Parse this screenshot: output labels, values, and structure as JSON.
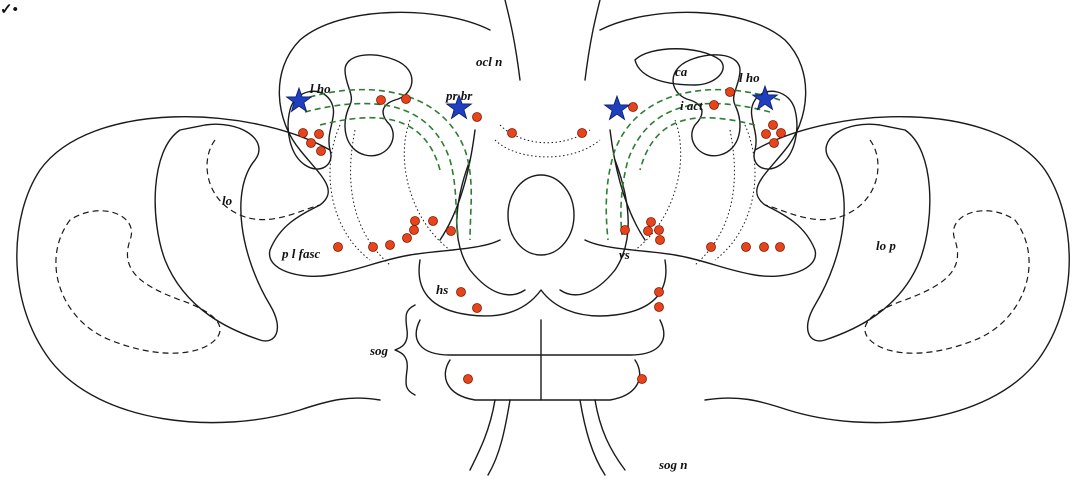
{
  "corner_mark": "✓•",
  "colors": {
    "neuron": "#e8441c",
    "neuron_stroke": "#7a1b05",
    "star": "#1f3fbf",
    "star_stroke": "#0a1a66",
    "tract": "#2e7d32",
    "outline": "#1a1a1a"
  },
  "labels": {
    "ocl_n": "ocl n",
    "l_ho_left": "l ho",
    "pr_br": "pr br",
    "ca": "ca",
    "l_ho_right": "l ho",
    "i_act": "i act",
    "lo": "lo",
    "lo_p": "lo p",
    "p_l_fasc": "p l fasc",
    "vs": "vs",
    "hs": "hs",
    "sog": "sog",
    "sog_n": "sog n"
  },
  "icons": {
    "star": "star-icon",
    "neuron": "cell-body-dot"
  }
}
